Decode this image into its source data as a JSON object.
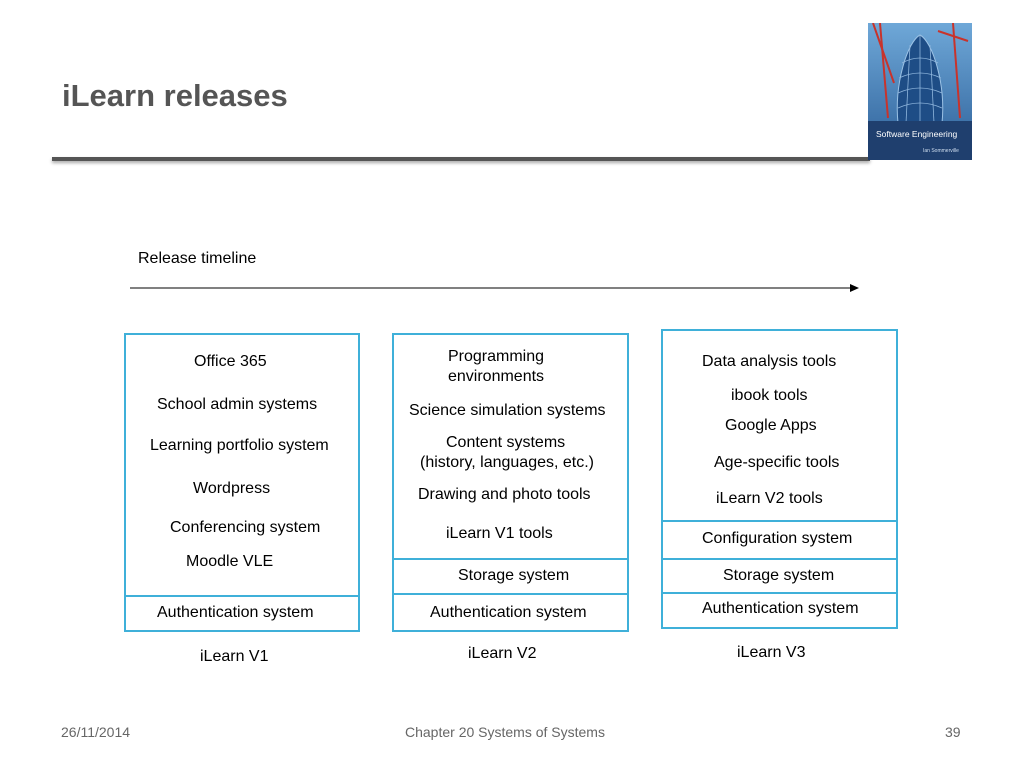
{
  "slide": {
    "title": "iLearn releases",
    "timeline_label": "Release timeline"
  },
  "cover": {
    "title": "Software Engineering",
    "author": "Ian Sommerville"
  },
  "releases": [
    {
      "name": "iLearn V1",
      "tools": [
        "Office 365",
        "School admin systems",
        "Learning portfolio system",
        "Wordpress",
        "Conferencing system",
        "Moodle VLE"
      ],
      "auth": "Authentication system"
    },
    {
      "name": "iLearn V2",
      "tools": [
        "Programming",
        "environments",
        "Science simulation systems",
        "Content systems",
        "(history, languages, etc.)",
        "Drawing and photo tools",
        "iLearn V1 tools"
      ],
      "storage": "Storage system",
      "auth": "Authentication system"
    },
    {
      "name": "iLearn V3",
      "tools": [
        "Data analysis tools",
        "ibook tools",
        "Google Apps",
        "Age-specific tools",
        "iLearn V2 tools"
      ],
      "config": "Configuration system",
      "storage": "Storage system",
      "auth": "Authentication system"
    }
  ],
  "footer": {
    "date": "26/11/2014",
    "chapter": "Chapter 20 Systems of Systems",
    "page": "39"
  },
  "colors": {
    "box_border": "#3fb0d9",
    "title": "#555555",
    "footer": "#666666"
  }
}
